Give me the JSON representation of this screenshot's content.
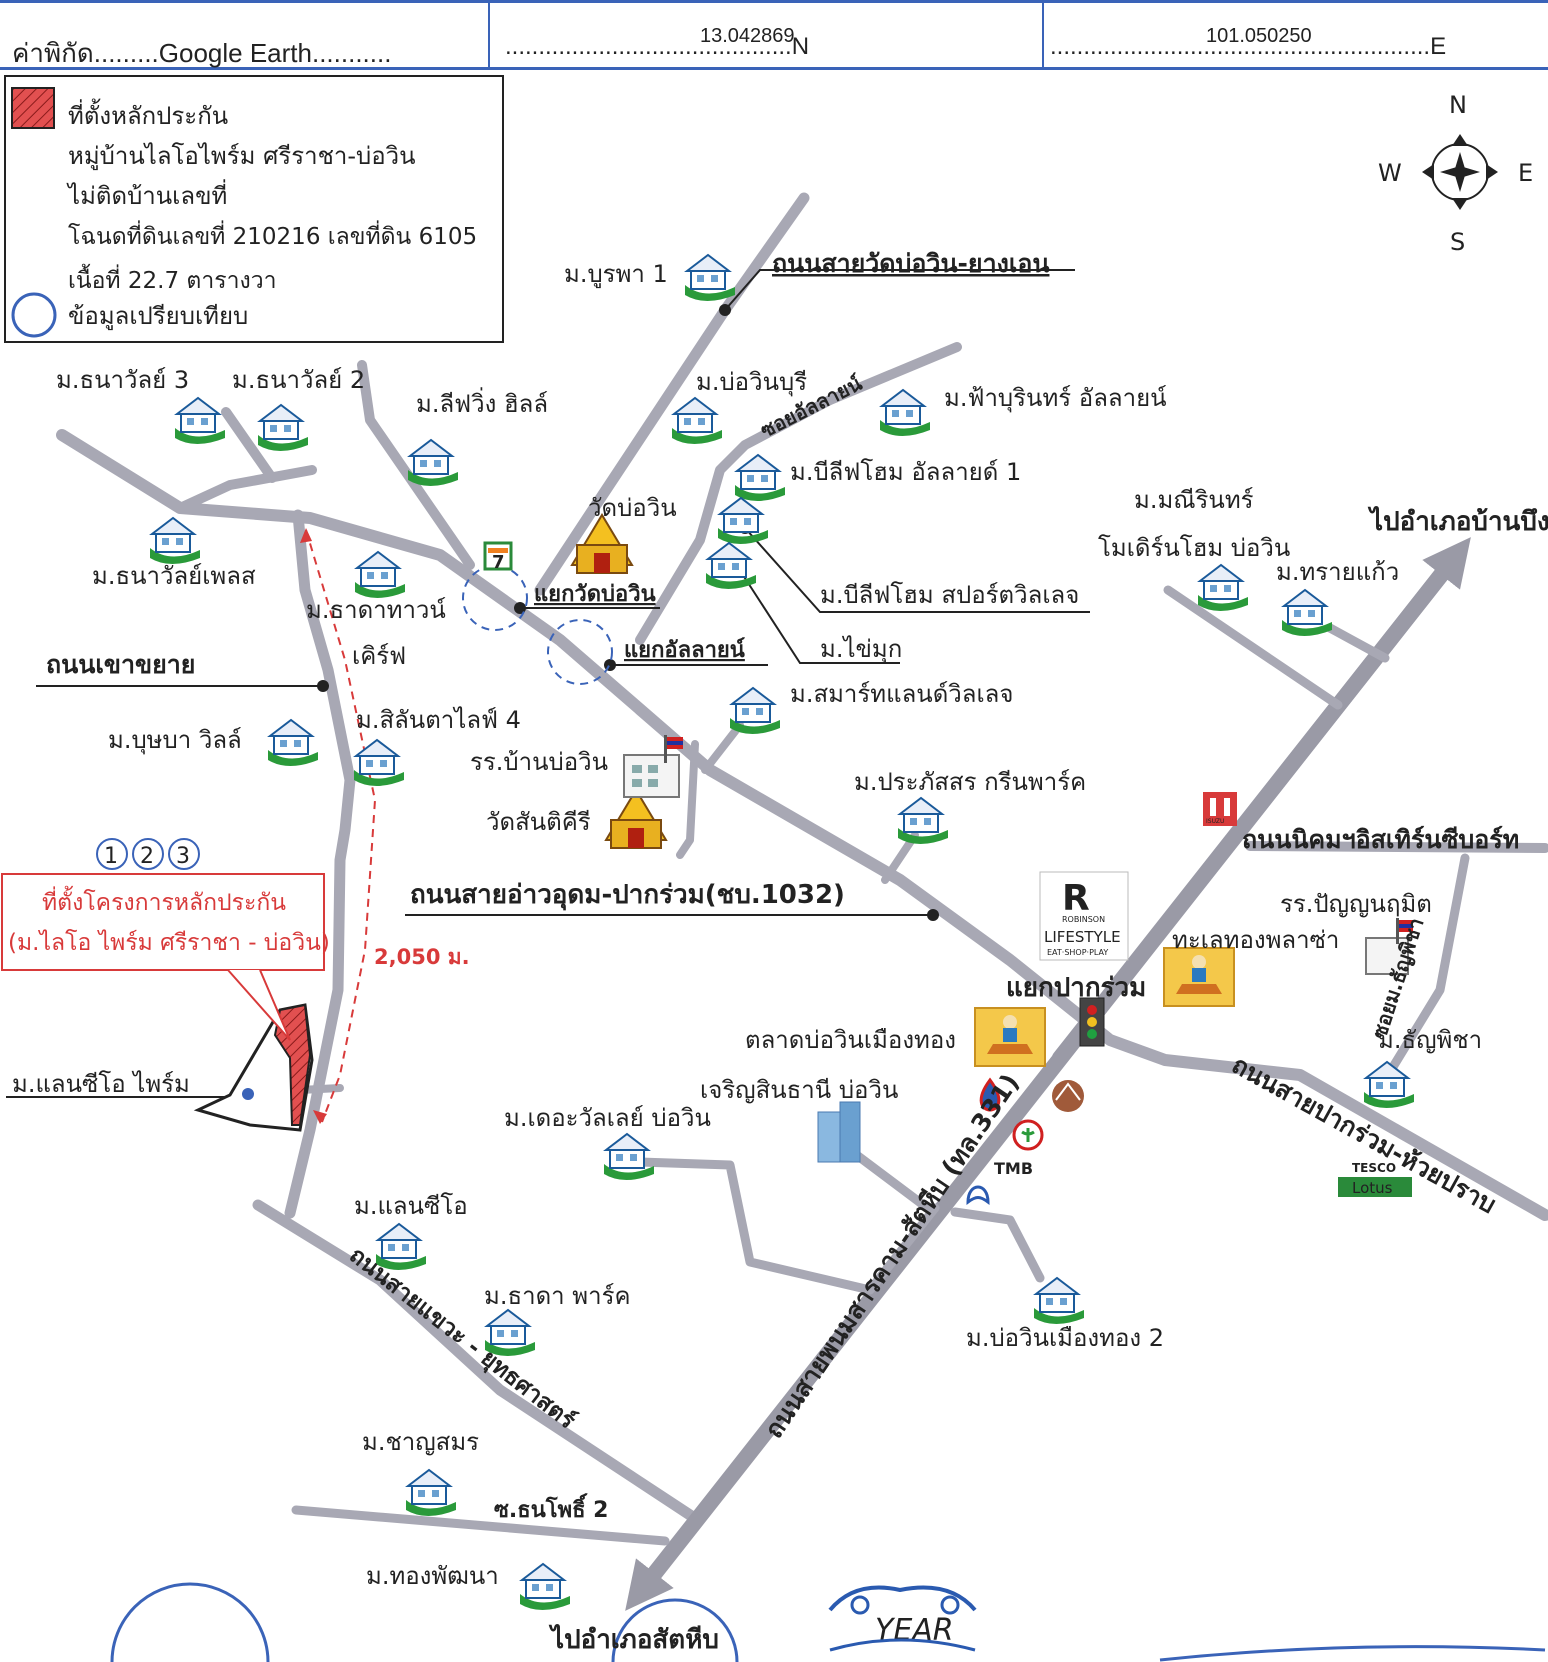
{
  "header": {
    "coord_label": "ค่าพิกัด.........Google Earth...........",
    "lat": "13.042869",
    "lat_suffix": "...........................................N",
    "lon": "101.050250",
    "lon_suffix": ".........................................................E"
  },
  "legend": {
    "collateral_location": "ที่ตั้งหลักประกัน",
    "project": "หมู่บ้านไลโอไพร์ม ศรีราชา-บ่อวิน",
    "house_no": "ไม่ติดบ้านเลขที่",
    "deed": "โฉนดที่ดินเลขที่ 210216 เลขที่ดิน 6105",
    "area": "เนื้อที่ 22.7 ตารางวา",
    "comparison": "ข้อมูลเปรียบเทียบ"
  },
  "compass": {
    "n": "N",
    "s": "S",
    "e": "E",
    "w": "W"
  },
  "roads": {
    "wat_bowin_yang_en": "ถนนสายวัดบ่อวิน-ยางเอน",
    "khao_khayai": "ถนนเขาขยาย",
    "ao_udom_pak_ruam": "ถนนสายอ่าวอุดม-ปากร่วม(ชบ.1032)",
    "pak_ruam_huai_prap": "ถนนสายปากร่วม-ห้วยปราบ",
    "eastern_seaboard": "ถนนนิคมฯอิสเทิร์นซีบอร์ท",
    "phanom_sarakham": "ถนนสายพนมสารคาม-สัตหีบ (ทล.331)",
    "chaeng_yutthasat": "ถนนสายแขวะ - ยุทธศาสตร์",
    "soi_allaline": "ซอยอัลลายน์",
    "soi_thanphicha": "ซอยม.ธัญพิชา",
    "soi_thanpho2": "ซ.ธนโพธิ์ 2",
    "to_ban_bueng": "ไปอำเภอบ้านบึง",
    "to_sattahip": "ไปอำเภอสัตหีบ"
  },
  "junctions": {
    "wat_bowin": "แยกวัดบ่อวิน",
    "allaline": "แยกอัลลายน์",
    "pak_ruam": "แยกปากร่วม"
  },
  "places": {
    "burapha1": "ม.บูรพา 1",
    "thanawan3": "ม.ธนาวัลย์ 3",
    "thanawan2": "ม.ธนาวัลย์ 2",
    "leefwing": "ม.ลีฟวิ่ง ฮิลล์",
    "bowinburi": "ม.บ่อวินบุรี",
    "fahburin": "ม.ฟ้าบุรินทร์ อัลลายน์",
    "beliefhome1": "ม.บีลีฟโฮม อัลลายด์ 1",
    "wat_bowin": "วัดบ่อวิน",
    "thanawan_place": "ม.ธนาวัลย์เพลส",
    "thada_town": "ม.ธาดาทาวน์",
    "kerf": "เคิร์ฟ",
    "manirin_1": "ม.มณีรินทร์",
    "manirin_2": "โมเดิร์นโฮม บ่อวิน",
    "saikaew": "ม.ทรายแก้ว",
    "belief_sport": "ม.บีลีฟโฮม สปอร์ตวิลเลจ",
    "khaimuk": "ม.ไข่มุก",
    "smartland": "ม.สมาร์ทแลนด์วิลเลจ",
    "butsaba": "ม.บุษบา วิลล์",
    "silanta": "ม.สิลันตาไลฟ์ 4",
    "school_bowin": "รร.บ้านบ่อวิน",
    "wat_santikhiri": "วัดสันติคีรี",
    "prapatsorn": "ม.ประภัสสร กรีนพาร์ค",
    "project_box_1": "ที่ตั้งโครงการหลักประกัน",
    "project_box_2": "(ม.ไลโอ ไพร์ม ศรีราชา - บ่อวิน)",
    "distance": "2,050 ม.",
    "landsio_prime": "ม.แลนซีโอ ไพร์ม",
    "school_panyanu": "รร.ปัญญนฤมิต",
    "talay_thong": "ทะเลทองพลาซ่า",
    "market": "ตลาดบ่อวินเมืองทอง",
    "charoen": "เจริญสินธานี บ่อวิน",
    "the_valley": "ม.เดอะวัลเลย์ บ่อวิน",
    "thanphicha": "ม.ธัญพิชา",
    "landsio": "ม.แลนซีโอ",
    "thada_park": "ม.ธาดา พาร์ค",
    "bowin_muangthong2": "ม.บ่อวินเมืองทอง 2",
    "chansamon": "ม.ชาญสมร",
    "thongphatthana": "ม.ทองพัฒนา",
    "comp_1": "1",
    "comp_2": "2",
    "comp_3": "3"
  },
  "brands": {
    "robinson": "ROBINSON",
    "lifestyle": "LIFESTYLE",
    "lifestyle_tag": "EAT·SHOP·PLAY",
    "tesco": "TESCO",
    "lotus": "Lotus",
    "tmb": "TMB",
    "seven": "7",
    "isuzu": "ISUZU",
    "stamp": "YEAR"
  },
  "colors": {
    "road": "#a8a8b4",
    "primary_road": "#9a9aa6",
    "collateral": "#d83a3a",
    "house_icon": "#2a8a3a",
    "circle": "#3a63b8",
    "header_line": "#3a63b8"
  }
}
